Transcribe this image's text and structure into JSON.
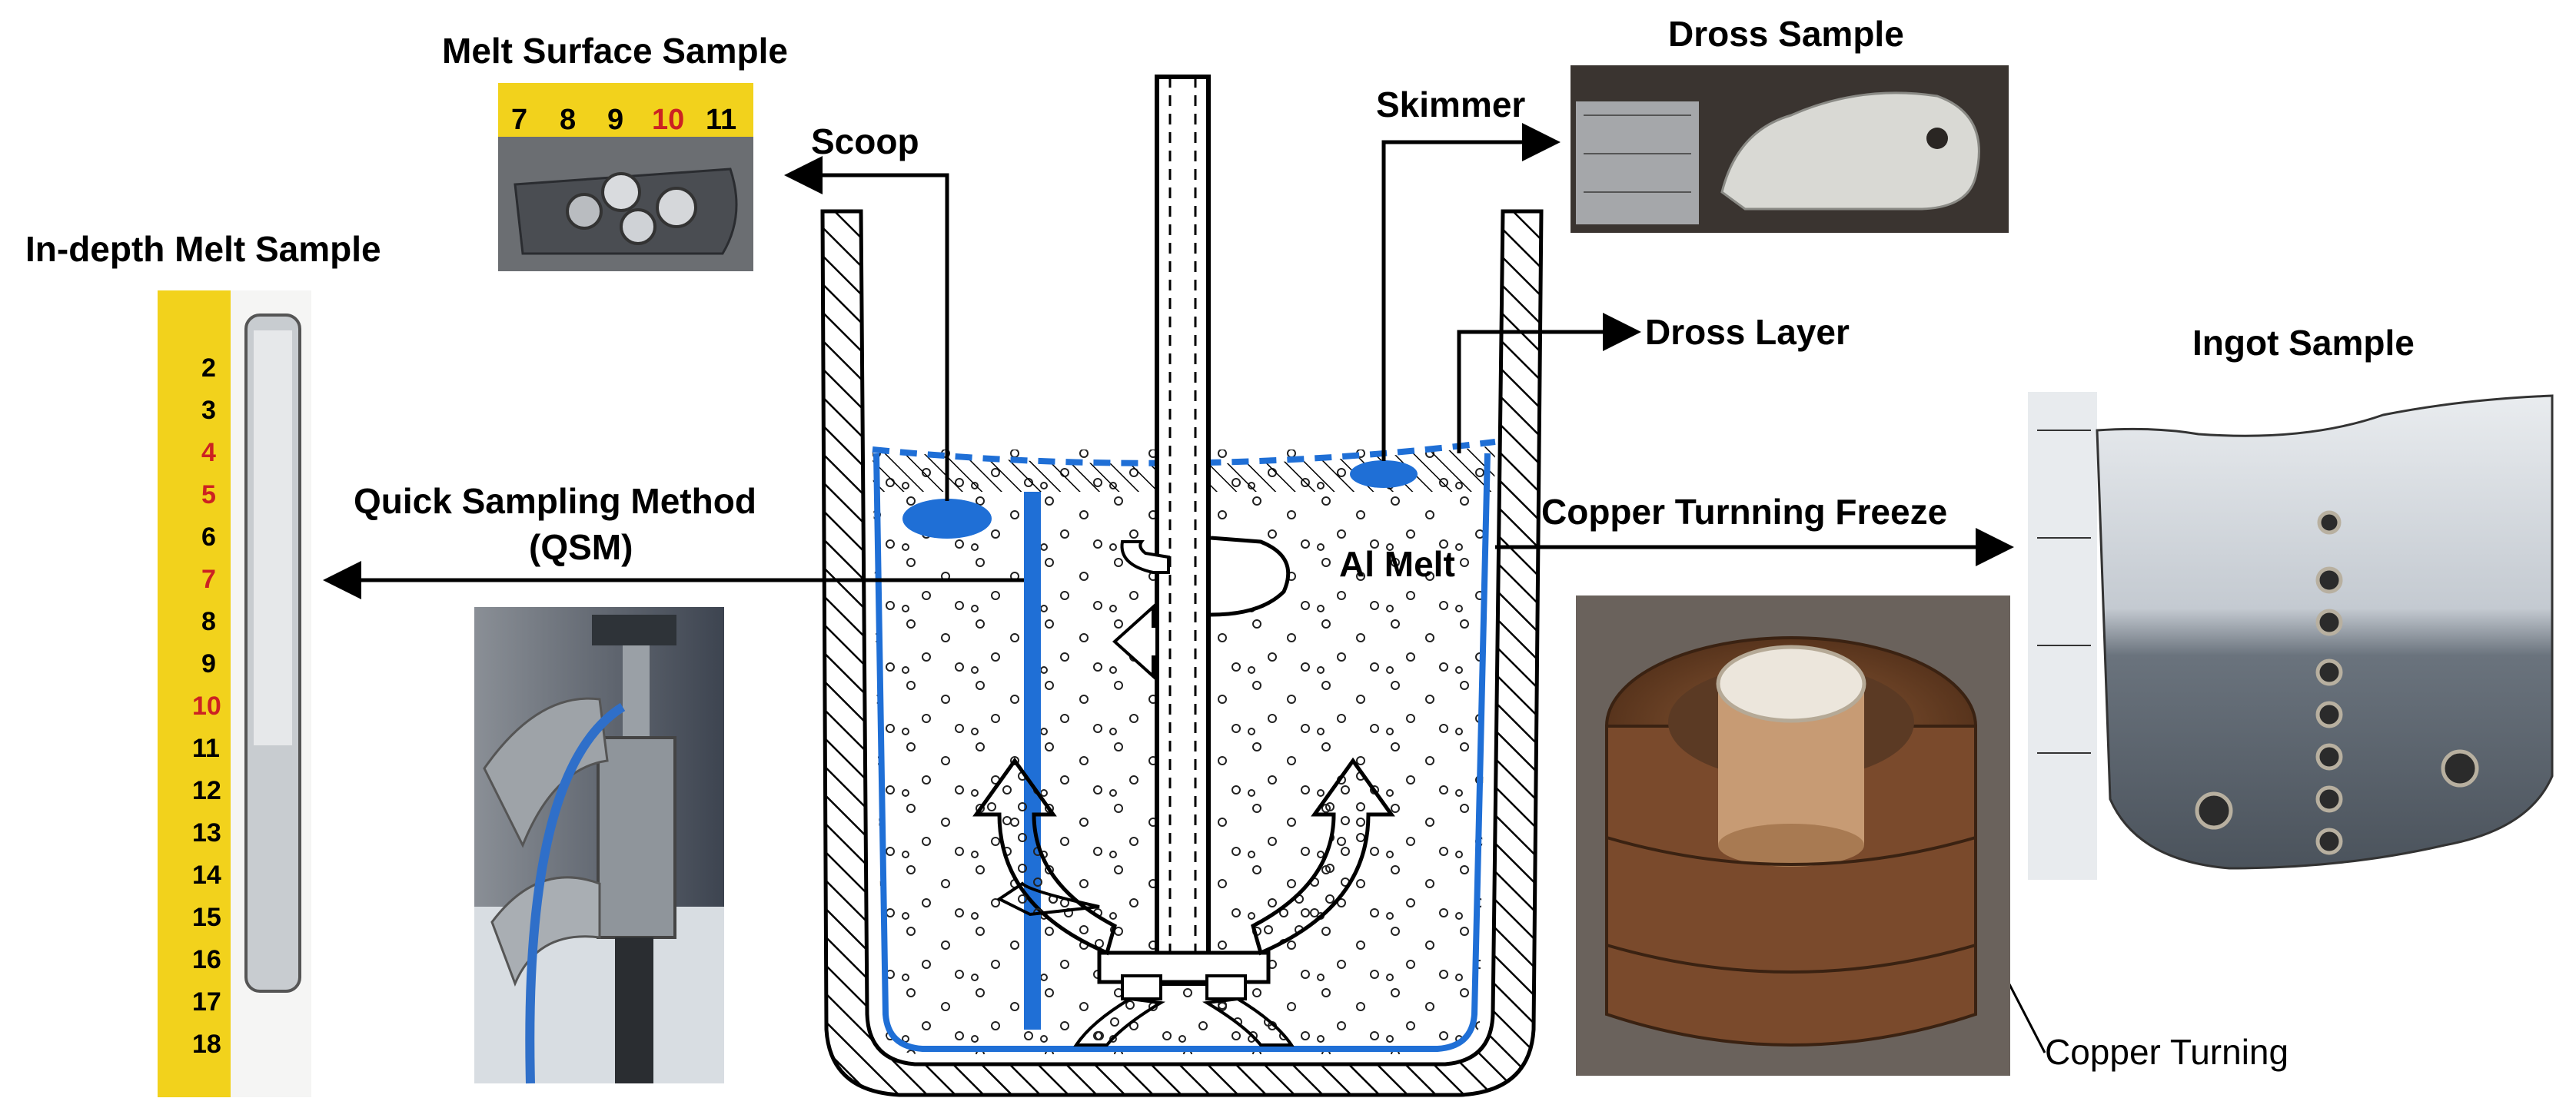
{
  "labels": {
    "melt_surface_sample": "Melt Surface Sample",
    "in_depth_melt_sample": "In-depth Melt Sample",
    "scoop": "Scoop",
    "skimmer": "Skimmer",
    "dross_sample": "Dross Sample",
    "dross_layer": "Dross Layer",
    "ingot_sample": "Ingot Sample",
    "quick_sampling_method": "Quick Sampling Method",
    "qsm": "(QSM)",
    "copper_turning_freeze": "Copper Turnning Freeze",
    "al_melt": "Al Melt",
    "copper_turning": "Copper Turning"
  },
  "photos": {
    "melt_surface_ruler_ticks": [
      "7",
      "8",
      "9",
      "10",
      "11"
    ],
    "in_depth_ruler_ticks": [
      "2",
      "3",
      "4",
      "5",
      "6",
      "7",
      "8",
      "9",
      "10",
      "11",
      "12",
      "13",
      "14",
      "15",
      "16",
      "17",
      "18"
    ]
  },
  "colors": {
    "melt_blue": "#1f6fd6",
    "ruler_yellow": "#f2d21c",
    "ingot_grey": "#5b6470",
    "copper_brown": "#7a4a2c"
  },
  "icons": {
    "impeller": "impeller-icon",
    "flow_arrow": "curved-arrow-icon"
  }
}
